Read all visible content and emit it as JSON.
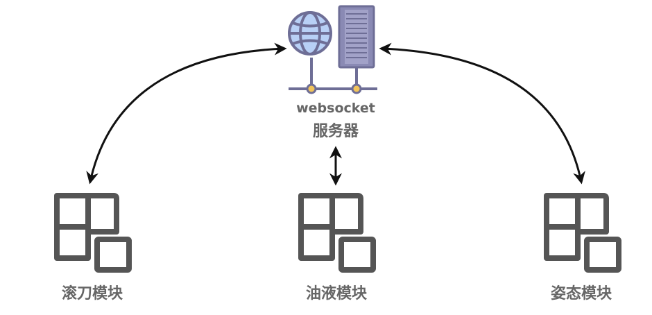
{
  "server": {
    "line1": "websocket",
    "line2": "服务器"
  },
  "modules": [
    {
      "label": "滚刀模块"
    },
    {
      "label": "油液模块"
    },
    {
      "label": "姿态模块"
    }
  ],
  "colors": {
    "icon": "#555555",
    "server_stroke": "#6e6e96",
    "globe_fill": "#b8d0f6",
    "server_fill": "#8a8ab4",
    "node": "#f2c45a",
    "text": "#666666",
    "arrow": "#111111"
  }
}
